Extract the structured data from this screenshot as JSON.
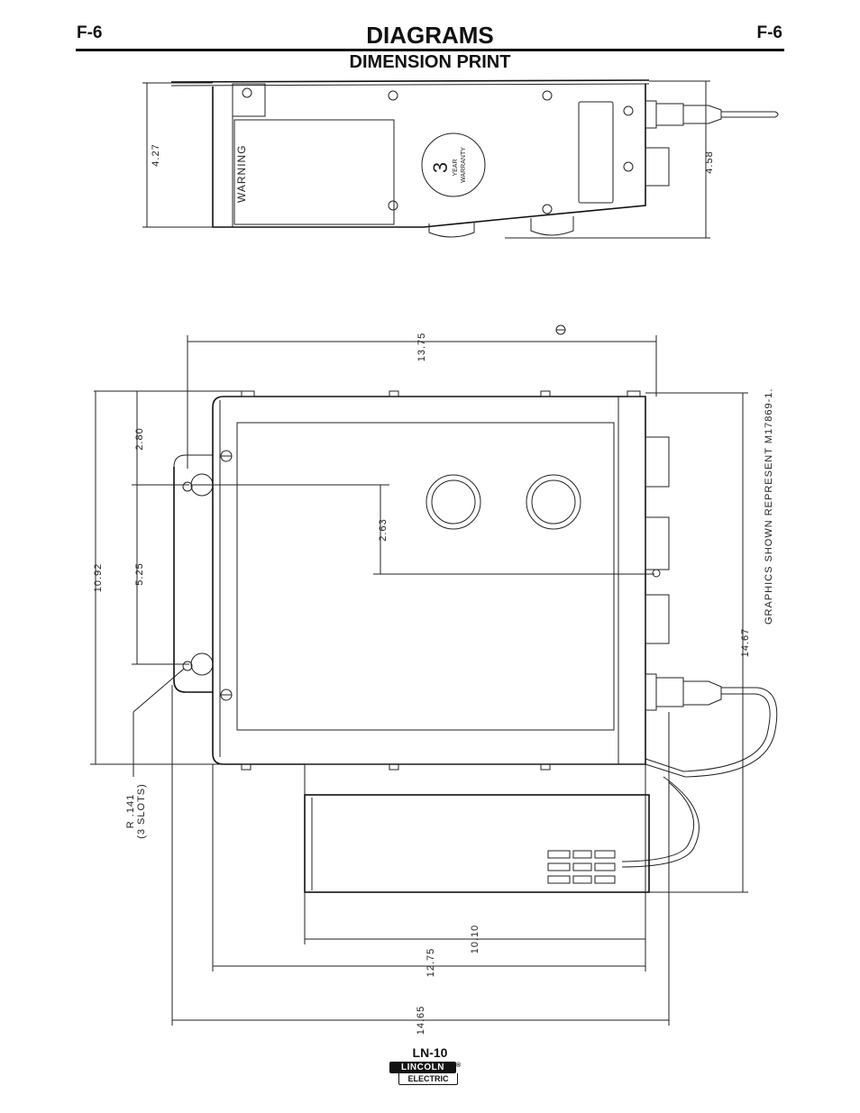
{
  "header": {
    "page_code_left": "F-6",
    "page_code_right": "F-6",
    "title": "DIAGRAMS",
    "subtitle": "DIMENSION PRINT"
  },
  "top_view": {
    "warning_label": "WARNING",
    "badge_number": "3",
    "badge_text_line1": "YEAR",
    "badge_text_line2": "WARRANTY",
    "dim_height_left": "4.27",
    "dim_height_right": "4.58"
  },
  "front_view": {
    "dim_width_top": "13.75",
    "dim_slot_top": "2.80",
    "dim_slot_spacing": "5.25",
    "dim_height_left": "10.92",
    "dim_center_offset": "2.63",
    "dim_height_right": "14.67",
    "dim_width_1": "10.10",
    "dim_width_2": "12.75",
    "dim_width_3": "14.65",
    "slot_radius_label": "R .141",
    "slot_count_label": "(3 SLOTS)",
    "graphics_note": "GRAPHICS SHOWN REPRESENT M17869-1."
  },
  "footer": {
    "model": "LN-10",
    "logo_top": "LINCOLN",
    "logo_bottom": "ELECTRIC",
    "logo_reg": "®"
  }
}
